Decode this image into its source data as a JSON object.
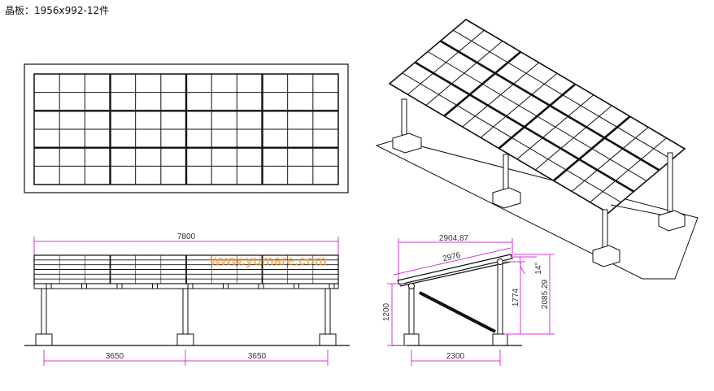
{
  "caption": "晶板：1956x992-12件",
  "watermark": "www.yumare.com",
  "colors": {
    "line": "#111111",
    "dimension": "#d43ad4",
    "watermark": "#f0a040"
  },
  "front_view": {
    "total_width": "7800",
    "span_left": "3650",
    "span_right": "3650"
  },
  "side_view": {
    "horizontal": "2904.87",
    "slope": "2976",
    "angle": "14°",
    "low_height": "1200",
    "mid_height": "1774",
    "high_height": "2085.29",
    "base_span": "2300"
  }
}
